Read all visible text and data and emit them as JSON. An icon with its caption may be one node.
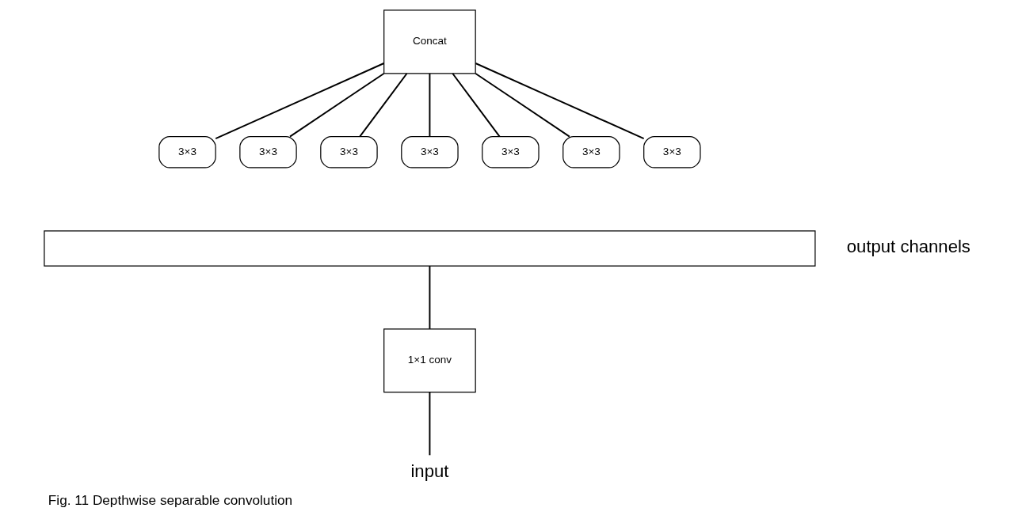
{
  "diagram": {
    "caption": "Fig. 11 Depthwise separable convolution",
    "nodes": [
      {
        "text": [
          "Concat"
        ]
      },
      {
        "text": [
          "3×3"
        ]
      },
      {
        "text": [
          "3×3"
        ]
      },
      {
        "text": [
          "3×3"
        ]
      },
      {
        "text": [
          "3×3"
        ]
      },
      {
        "text": [
          "3×3"
        ]
      },
      {
        "text": [
          "3×3"
        ]
      },
      {
        "text": [
          "3×3"
        ]
      },
      {
        "text": [],
        "shape": "bar",
        "beside": [
          "output channels"
        ]
      },
      {
        "text": [
          "1×1 conv"
        ]
      },
      {
        "text": [
          "input"
        ]
      }
    ],
    "edges": [
      {
        "from": 1,
        "to": 0,
        "arrow": "none"
      },
      {
        "from": 2,
        "to": 0,
        "arrow": "none"
      },
      {
        "from": 3,
        "to": 0,
        "arrow": "none"
      },
      {
        "from": 4,
        "to": 0,
        "arrow": "none"
      },
      {
        "from": 5,
        "to": 0,
        "arrow": "none"
      },
      {
        "from": 6,
        "to": 0,
        "arrow": "none"
      },
      {
        "from": 7,
        "to": 0,
        "arrow": "none"
      },
      {
        "from": 8,
        "to": 9,
        "arrow": "none"
      },
      {
        "from": 9,
        "to": 10,
        "arrow": "none"
      }
    ]
  }
}
